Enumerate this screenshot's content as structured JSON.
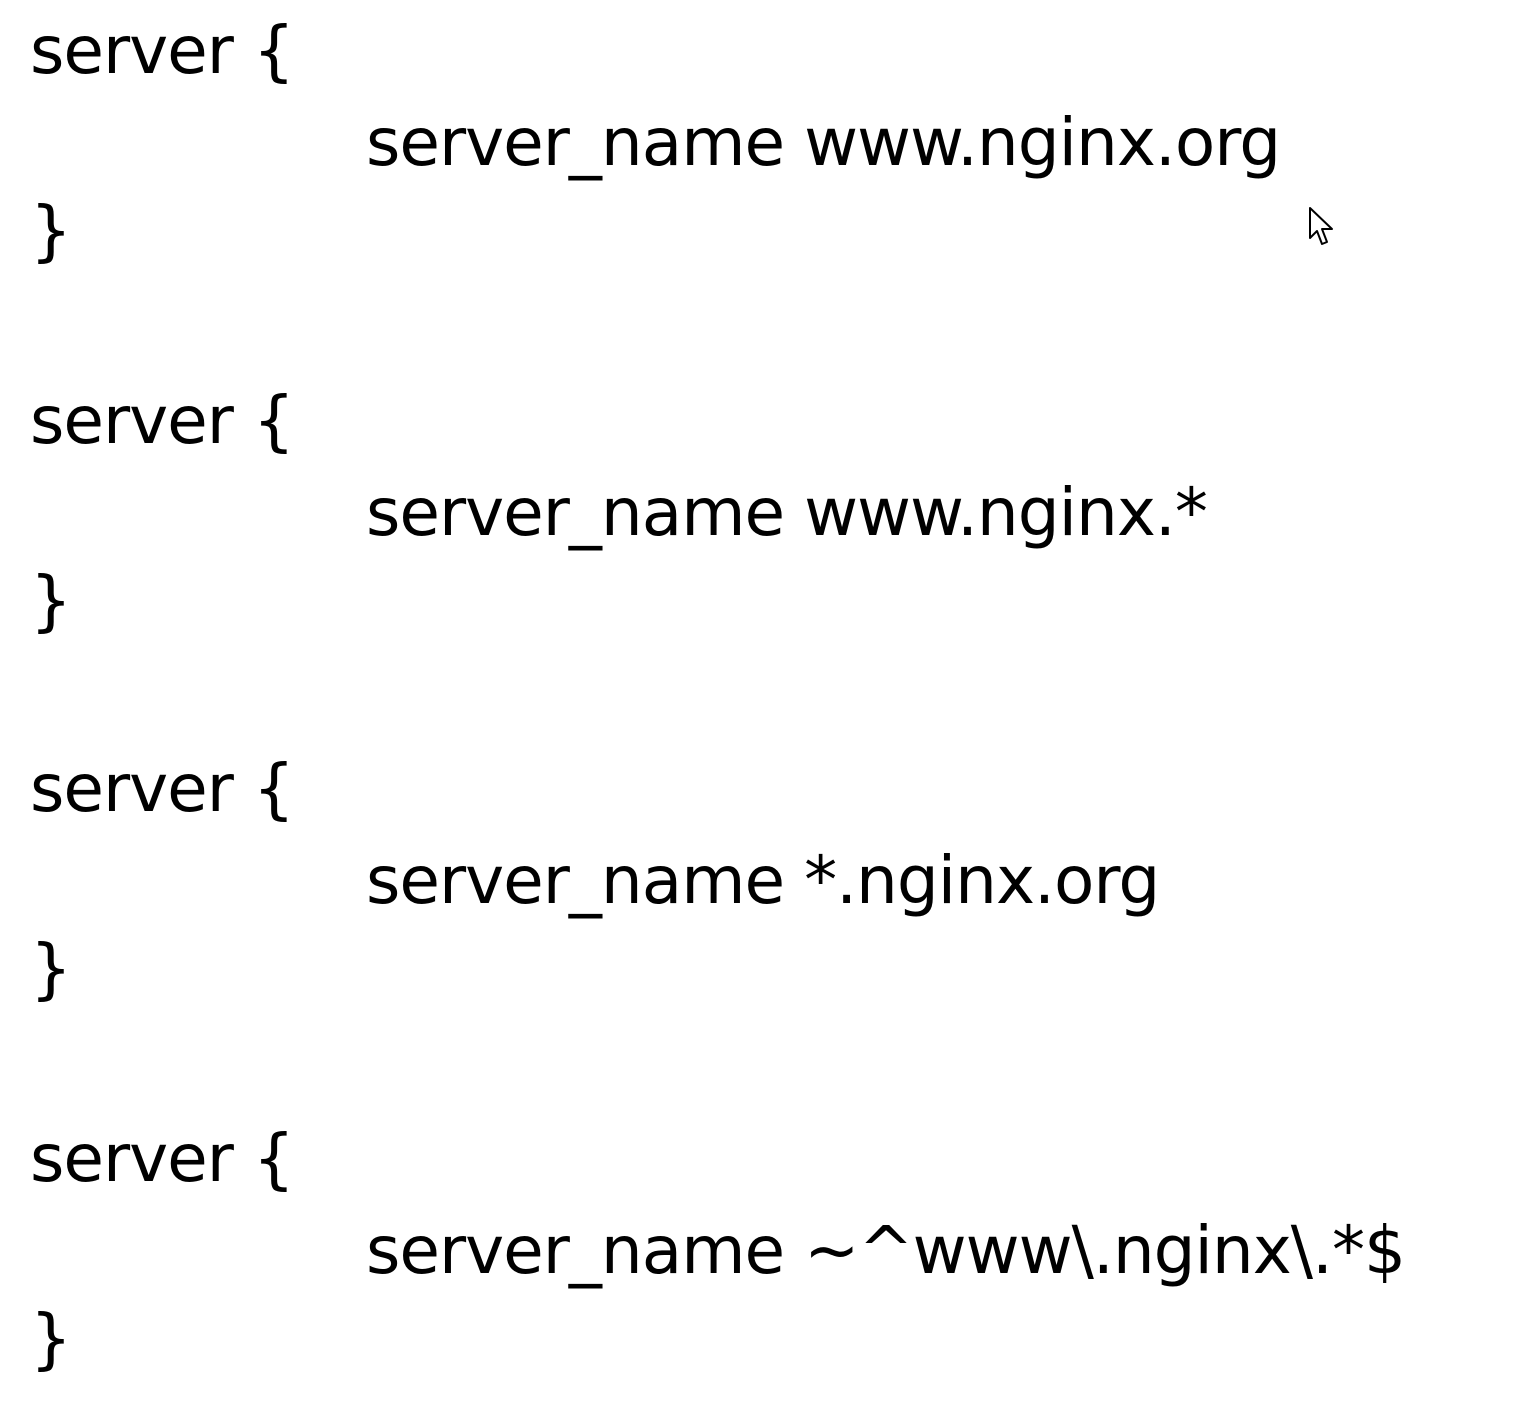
{
  "blocks": [
    {
      "open": "server {",
      "directive": "server_name www.nginx.org",
      "close": "}"
    },
    {
      "open": "server {",
      "directive": "server_name www.nginx.*",
      "close": "}"
    },
    {
      "open": "server {",
      "directive": "server_name *.nginx.org",
      "close": "}"
    },
    {
      "open": "server {",
      "directive": "server_name ~^www\\.nginx\\.*$",
      "close": "}"
    }
  ],
  "icons": {
    "cursor": "mouse-pointer-icon"
  }
}
